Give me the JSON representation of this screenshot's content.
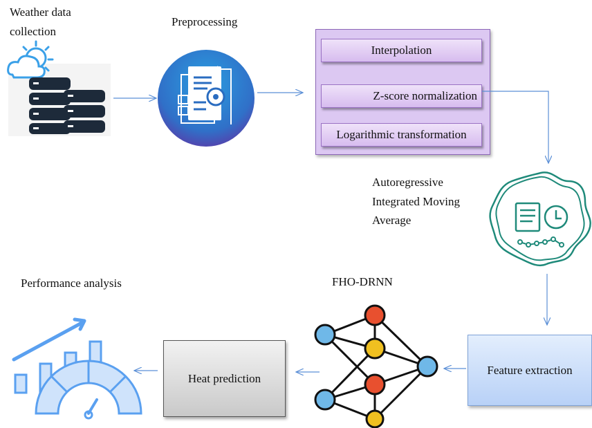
{
  "labels": {
    "weather_line1": "Weather data",
    "weather_line2": "collection",
    "preprocessing": "Preprocessing",
    "arima_line1": "Autoregressive",
    "arima_line2": "Integrated Moving",
    "arima_line3": "Average",
    "fho_drnn": "FHO-DRNN",
    "performance": "Performance analysis"
  },
  "preprocessing_steps": [
    "Interpolation",
    "Z-score normalization",
    "Logarithmic transformation"
  ],
  "boxes": {
    "feature_extraction": "Feature extraction",
    "heat_prediction": "Heat prediction"
  },
  "colors": {
    "arrow": "#5b8fd6",
    "purple_box": "#d9c2f0",
    "feature_box": "#cfe0fb",
    "gray_box": "#d9d9d9",
    "teal": "#1f8a7a",
    "node_red": "#e8502f",
    "node_yellow": "#f0c020",
    "node_blue": "#6fb8e8",
    "perf_blue": "#5aa0f0"
  },
  "icons": [
    "cloud-sun-icon",
    "database-icon",
    "document-gear-icon",
    "clock-document-icon",
    "neural-network-icon",
    "gauge-chart-icon"
  ]
}
